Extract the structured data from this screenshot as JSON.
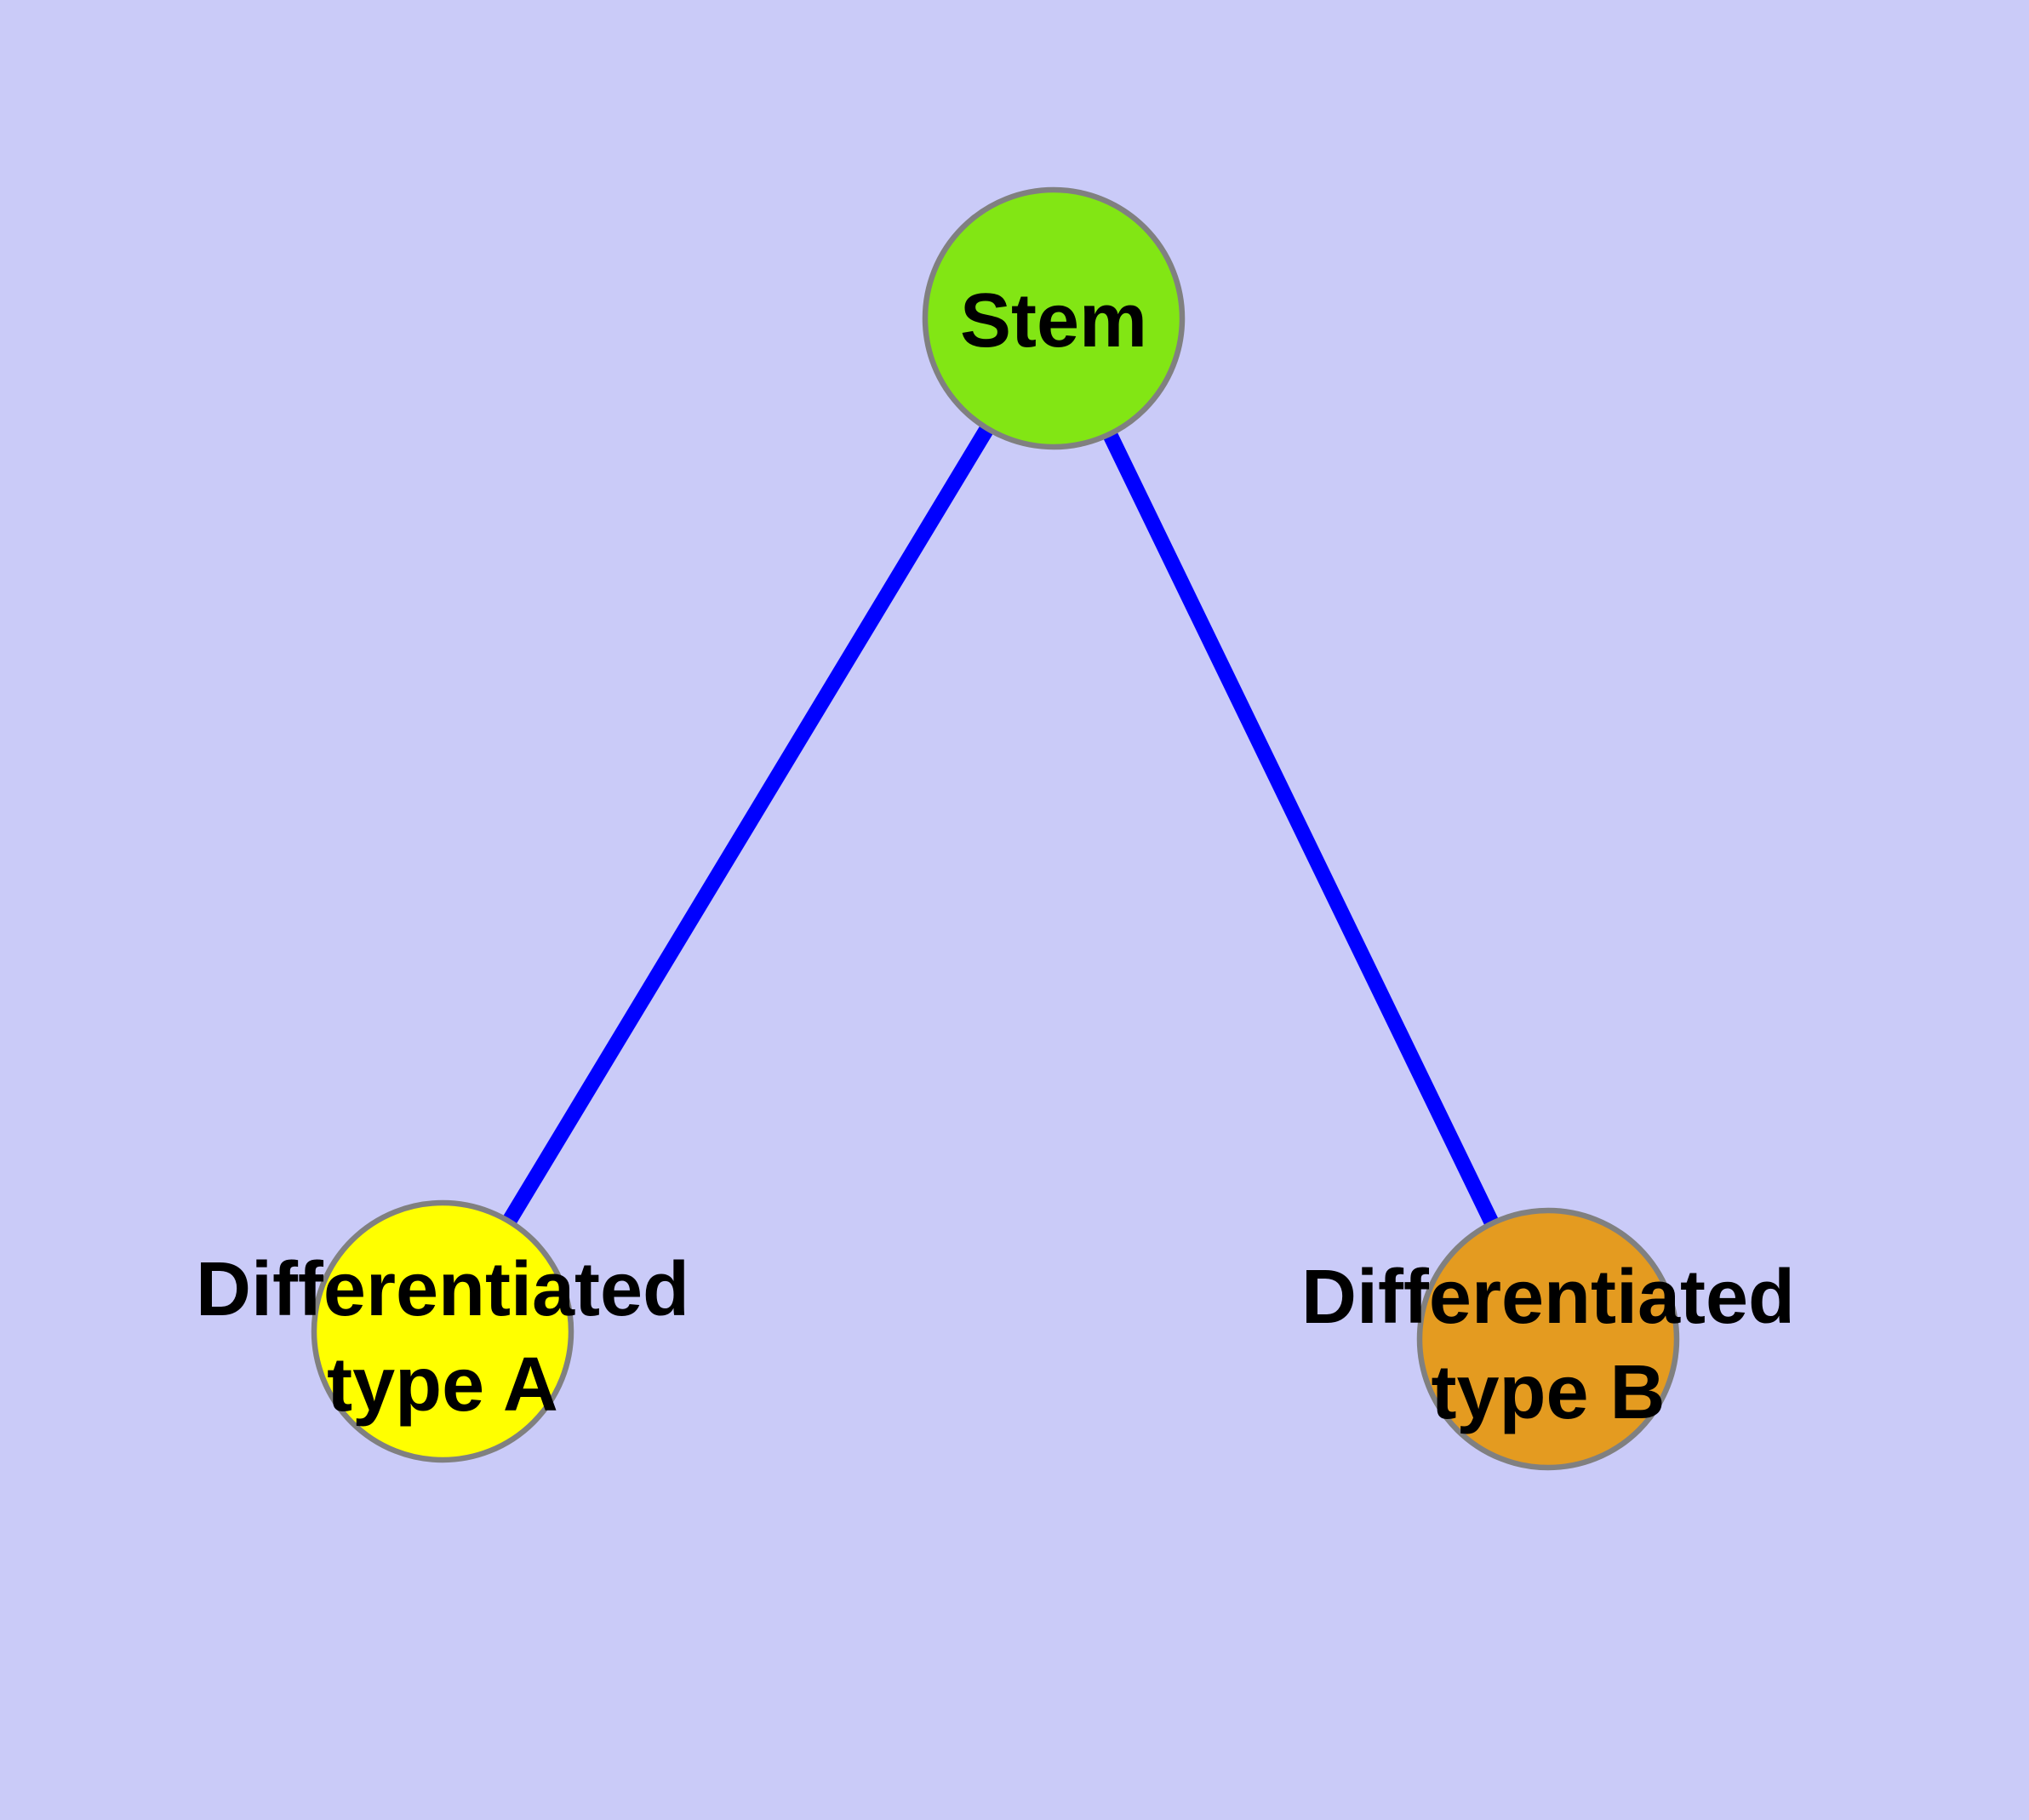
{
  "diagram": {
    "background_color": "#CACBF8",
    "edge_color": "#0000FF",
    "node_border_color": "#808080",
    "label_color": "#000000",
    "nodes": [
      {
        "id": "stem",
        "label": "Stem",
        "fill": "#82E614"
      },
      {
        "id": "differentiated-type-a",
        "label_line1": "Differentiated",
        "label_line2": "type A",
        "fill": "#FFFF00"
      },
      {
        "id": "differentiated-type-b",
        "label_line1": "Differentiated",
        "label_line2": "type B",
        "fill": "#E49B20"
      }
    ],
    "edges": [
      {
        "from": "stem",
        "to": "differentiated-type-a"
      },
      {
        "from": "stem",
        "to": "differentiated-type-b"
      }
    ]
  }
}
